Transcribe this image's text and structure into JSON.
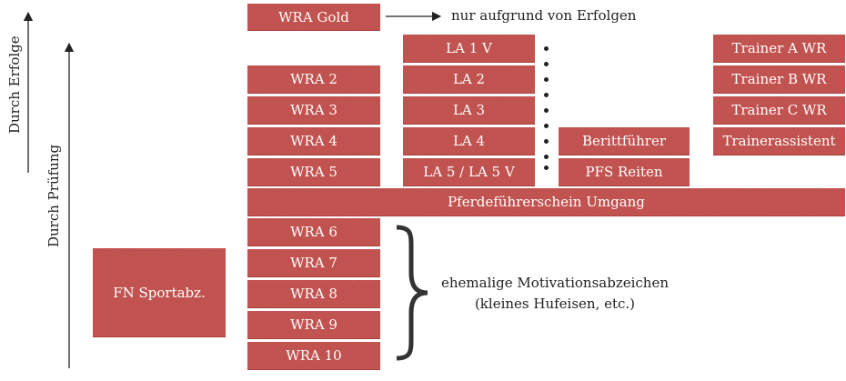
{
  "axis_labels": {
    "success": "Durch Erfolge",
    "exam": "Durch Prüfung"
  },
  "gold": {
    "label": "WRA Gold",
    "note": "nur aufgrund von Erfolgen"
  },
  "wra_upper": [
    "WRA 2",
    "WRA 3",
    "WRA 4",
    "WRA 5"
  ],
  "la": [
    "LA 1 V",
    "LA 2",
    "LA 3",
    "LA 4",
    "LA 5 / LA 5 V"
  ],
  "side": [
    "Berittführer",
    "PFS Reiten"
  ],
  "trainer": [
    "Trainer A WR",
    "Trainer B WR",
    "Trainer C WR",
    "Trainerassistent"
  ],
  "base": "Pferdeführerschein Umgang",
  "wra_lower": [
    "WRA 6",
    "WRA 7",
    "WRA 8",
    "WRA 9",
    "WRA 10"
  ],
  "fn": "FN Sportabz.",
  "note_lower": {
    "line1": "ehemalige Motivationsabzeichen",
    "line2": "(kleines Hufeisen, etc.)"
  },
  "colors": {
    "box": "#c0504d",
    "text": "#ffffff"
  }
}
